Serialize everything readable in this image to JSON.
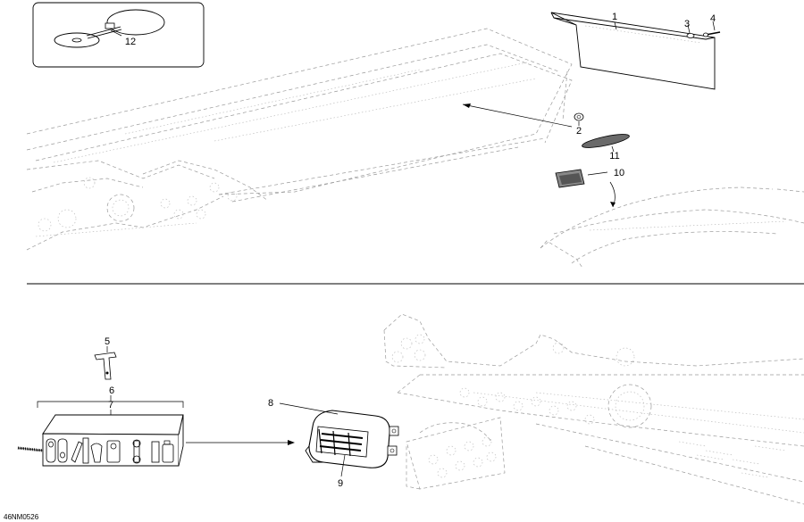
{
  "callouts": {
    "c1": "1",
    "c2": "2",
    "c3": "3",
    "c4": "4",
    "c5": "5",
    "c6": "6",
    "c7": "7",
    "c8": "8",
    "c9": "9",
    "c10": "10",
    "c11": "11",
    "c12": "12"
  },
  "drawing_code": "46NM0526"
}
